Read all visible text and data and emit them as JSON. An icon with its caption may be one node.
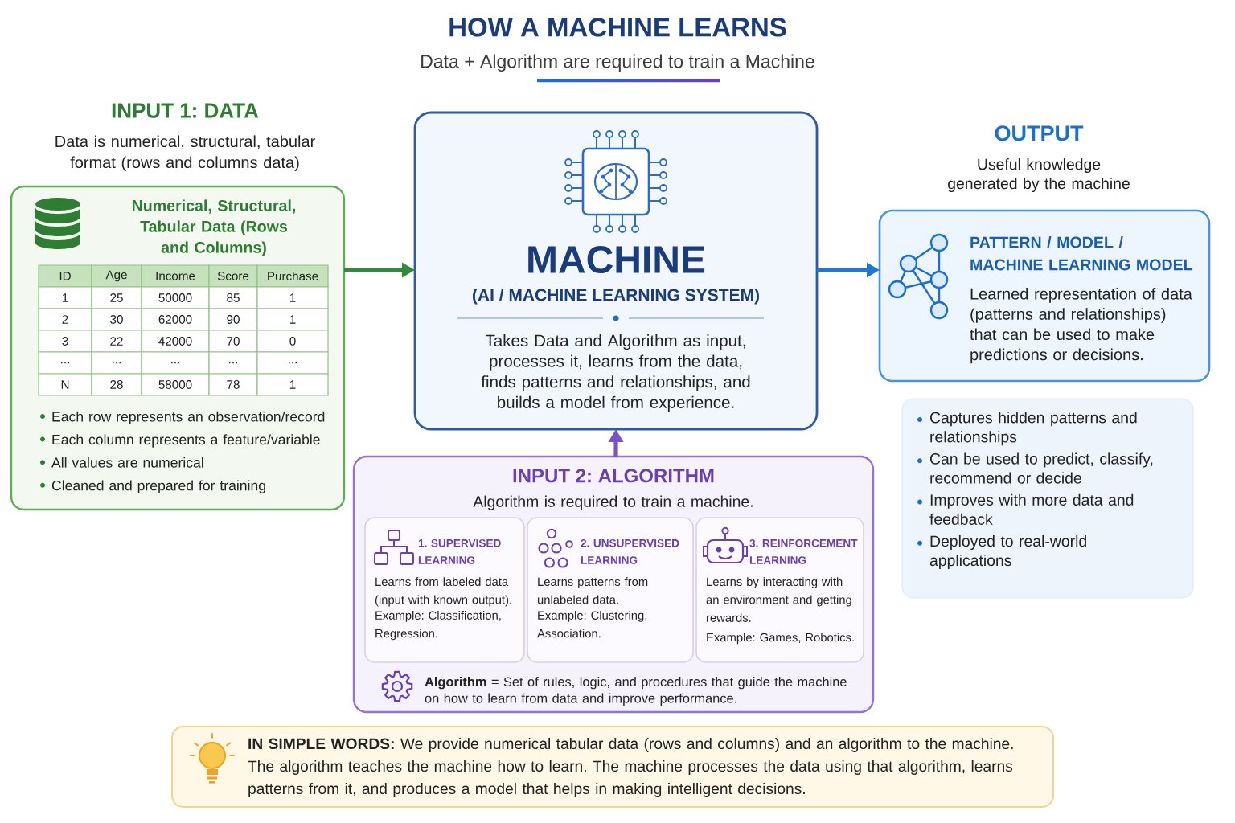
{
  "diagram": {
    "title": "HOW A MACHINE LEARNS",
    "nodes": [
      {
        "text": [
          "INPUT 1: DATA",
          "Data is numerical, structural, tabular format (rows and columns data)",
          "Numerical, Structural, Tabular Data (Rows and Columns)",
          "Each row represents an observation/record",
          "Each column represents a feature/variable",
          "All values are numerical",
          "Cleaned and prepared for training"
        ]
      },
      {
        "text": [
          "MACHINE",
          "(AI / MACHINE LEARNING SYSTEM)",
          "Takes Data and Algorithm as input, processes it, learns from the data, finds patterns and relationships, and builds a model from experience."
        ]
      },
      {
        "text": [
          "OUTPUT",
          "Useful knowledge generated by the machine",
          "PATTERN / MODEL / MACHINE LEARNING MODEL",
          "Learned representation of data (patterns and relationships) that can be used to make predictions or decisions."
        ]
      },
      {
        "text": [
          "Captures hidden patterns and relationships",
          "Can be used to predict, classify, recommend or decide",
          "Improves with more data and feedback",
          "Deployed to real-world applications"
        ]
      },
      {
        "text": [
          "INPUT 2: ALGORITHM",
          "Algorithm is required to train a machine.",
          "**Algorithm** = Set of rules, logic, and procedures that guide the machine on how to learn from data and improve performance."
        ]
      },
      {
        "text": [
          "1. SUPERVISED LEARNING",
          "Learns from labeled data (input with known output).",
          "Example: Classification, Regression."
        ],
        "in": 4
      },
      {
        "text": [
          "2. UNSUPERVISED LEARNING",
          "Learns patterns from unlabeled data.",
          "Example: Clustering, Association."
        ],
        "in": 4
      },
      {
        "text": [
          "3. REINFORCEMENT LEARNING",
          "Learns by interacting with an environment and getting rewards.",
          "Example: Games, Robotics."
        ],
        "in": 4
      },
      {
        "text": [
          "**IN SIMPLE WORDS:** We provide numerical tabular data (rows and columns) and an algorithm to the machine. The algorithm teaches the machine how to learn. The machine processes the data using that algorithm, learns patterns from it, and produces a model that helps in making intelligent decisions."
        ]
      }
    ],
    "edges": [
      {
        "from": 0,
        "to": 1,
        "arrow": "to",
        "color": "#2e8b3a"
      },
      {
        "from": 1,
        "to": 2,
        "arrow": "to",
        "color": "#1f78d1"
      },
      {
        "from": 4,
        "to": 1,
        "arrow": "to",
        "color": "#7b52c7"
      }
    ],
    "labels": [
      "Data + Algorithm are required to train a Machine",
      "ID",
      "Age",
      "Income",
      "Score",
      "Purchase",
      "1",
      "25",
      "50000",
      "85",
      "1",
      "2",
      "30",
      "62000",
      "90",
      "1",
      "3",
      "22",
      "42000",
      "70",
      "0",
      "...",
      "...",
      "...",
      "...",
      "...",
      "N",
      "28",
      "58000",
      "78",
      "1"
    ]
  }
}
